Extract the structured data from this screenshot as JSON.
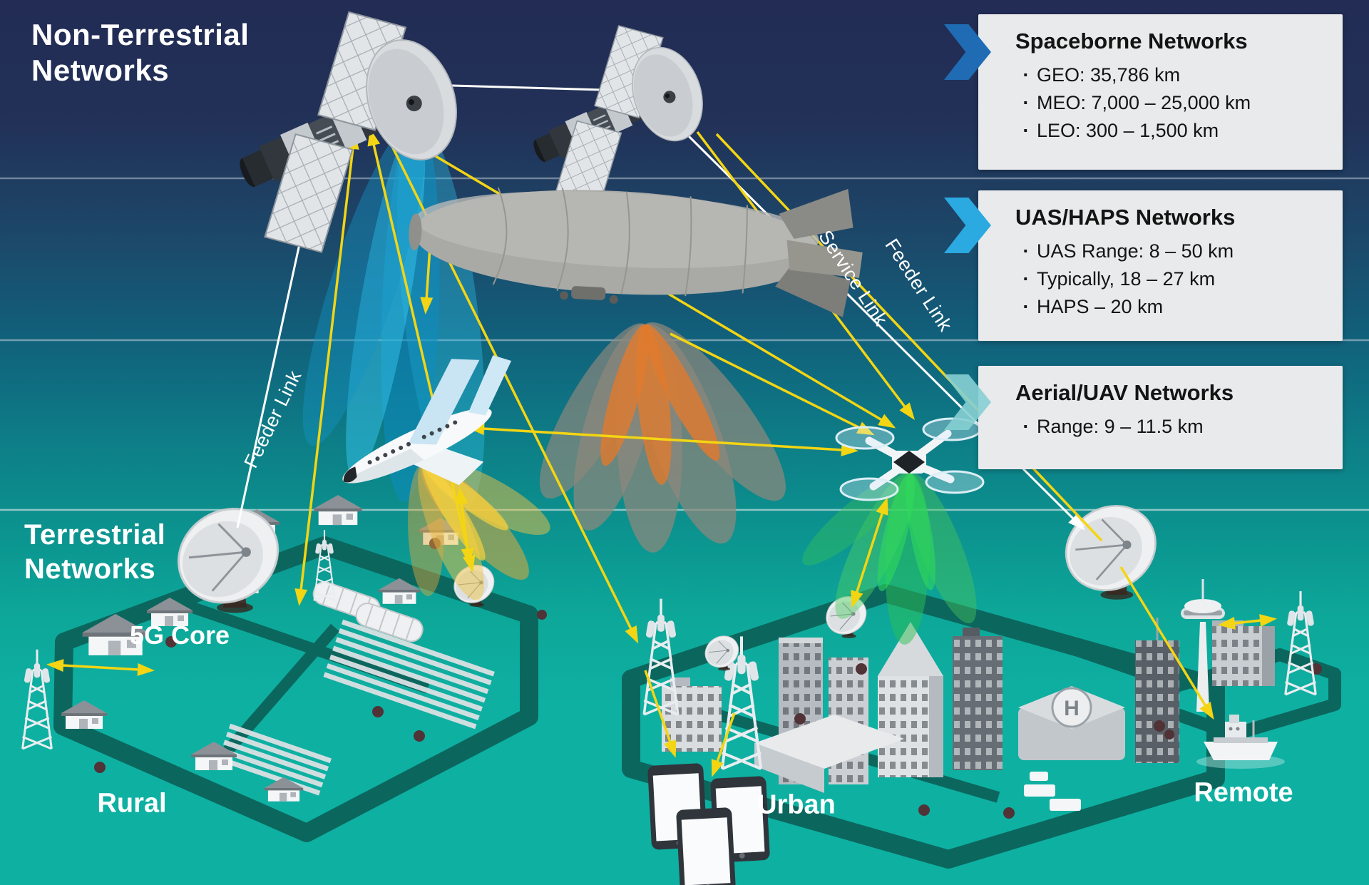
{
  "section_titles": {
    "non_terrestrial": {
      "line1": "Non-Terrestrial",
      "line2": "Networks"
    },
    "terrestrial": {
      "line1": "Terrestrial",
      "line2": "Networks"
    }
  },
  "info_boxes": {
    "spaceborne": {
      "title": "Spaceborne Networks",
      "bullets": [
        "GEO: 35,786 km",
        "MEO: 7,000 – 25,000 km",
        "LEO: 300 – 1,500 km"
      ]
    },
    "uas_haps": {
      "title": "UAS/HAPS Networks",
      "bullets": [
        "UAS Range: 8 – 50 km",
        "Typically, 18 – 27 km",
        "HAPS – 20 km"
      ]
    },
    "aerial_uav": {
      "title": "Aerial/UAV Networks",
      "bullets": [
        "Range: 9 – 11.5 km"
      ]
    }
  },
  "bullet_char": "·",
  "link_labels": {
    "feeder_left": "Feeder Link",
    "service": "Service Link",
    "feeder_right": "Feeder Link"
  },
  "ground_labels": {
    "five_g_core": "5G Core",
    "rural": "Rural",
    "urban": "Urban",
    "remote": "Remote"
  },
  "helipad_letter": "H",
  "colors": {
    "background_top": "#232d56",
    "background_bottom": "#0eb0a2",
    "arrow_yellow": "#f3d513",
    "arrow_white": "#ffffff",
    "box_background": "#e9eaeb",
    "chevron_spaceborne": "#1f6cb4",
    "chevron_uas_haps": "#2ba9e1",
    "chevron_aerial_uav": "#86cfd3",
    "beam_blue": "#2fbfe8",
    "beam_orange": "#e07b2d",
    "beam_gold": "#e7b23a",
    "beam_green": "#2ebf55",
    "road_dark_teal": "#0b675d"
  }
}
